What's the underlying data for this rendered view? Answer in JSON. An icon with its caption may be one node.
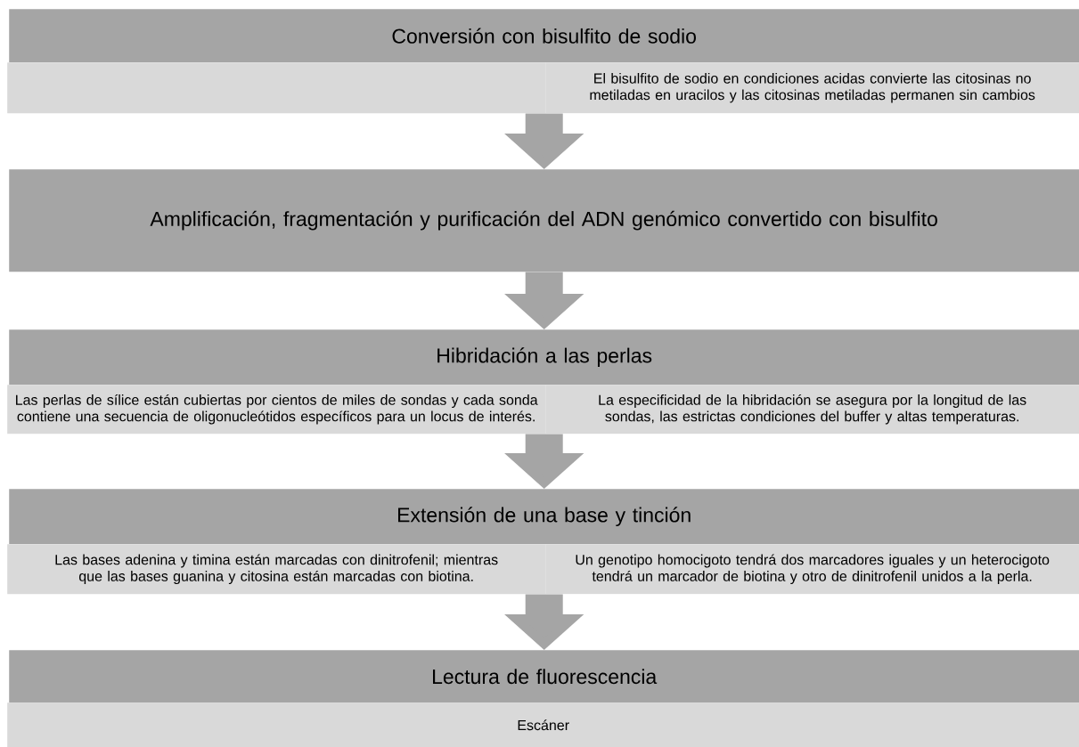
{
  "diagram": {
    "nodes": [
      {
        "text": [
          "Conversión con bisulfito de sodio"
        ]
      },
      {
        "text": [],
        "shape": "box"
      },
      {
        "text": [
          "El bisulfito de sodio en condiciones acidas convierte las citosinas no metiladas en uracilos y las citosinas metiladas permanen sin cambios"
        ]
      },
      {
        "text": [
          "Amplificación, fragmentación y purificación del ADN genómico convertido con bisulfito"
        ]
      },
      {
        "text": [
          "Hibridación a las perlas"
        ]
      },
      {
        "text": [
          "Las perlas de sílice están cubiertas por cientos de miles de sondas y cada sonda contiene una secuencia de oligonucleótidos específicos para un locus de interés."
        ]
      },
      {
        "text": [
          "La especificidad de la hibridación se asegura por la longitud de las sondas, las estrictas condiciones del buffer y altas temperaturas."
        ]
      },
      {
        "text": [
          "Extensión de una base y tinción"
        ]
      },
      {
        "text": [
          "Las bases adenina y timina están marcadas con dinitrofenil; mientras que las bases guanina y citosina están marcadas con biotina."
        ]
      },
      {
        "text": [
          "Un genotipo homocigoto tendrá dos marcadores iguales y un heterocigoto tendrá un marcador de biotina y otro de dinitrofenil unidos a la perla."
        ]
      },
      {
        "text": [
          "Lectura de fluorescencia"
        ]
      },
      {
        "text": [
          "Escáner"
        ]
      }
    ],
    "edges": [
      {
        "from": 1,
        "to": 3,
        "arrow": "to"
      },
      {
        "from": 3,
        "to": 4,
        "arrow": "to"
      },
      {
        "from": 5,
        "to": 7,
        "arrow": "to"
      },
      {
        "from": 8,
        "to": 10,
        "arrow": "to"
      }
    ]
  }
}
